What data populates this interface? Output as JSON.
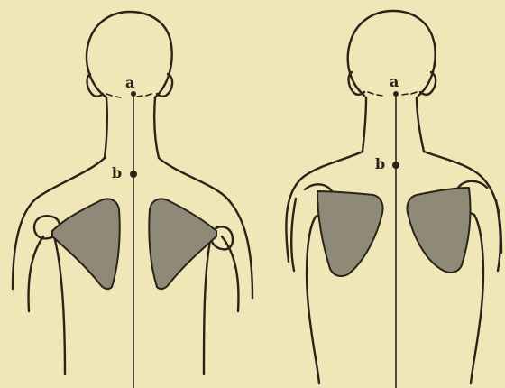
{
  "figure": {
    "left": {
      "label_a": "a",
      "label_b": "b"
    },
    "right": {
      "label_a": "a",
      "label_b": "b"
    }
  },
  "colors": {
    "paper": "#efe7b8",
    "ink": "#2a2418",
    "shading": "#8f8a78"
  }
}
